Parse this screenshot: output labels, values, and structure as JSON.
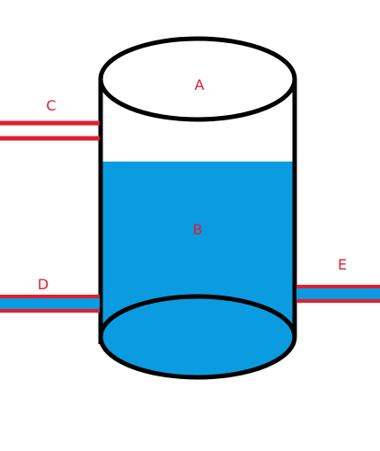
{
  "labels": {
    "a": "A",
    "b": "B",
    "c": "C",
    "d": "D",
    "e": "E"
  },
  "colors": {
    "water": "#0b9be0",
    "pipe_wall": "#e21e2e",
    "outline": "#000000",
    "label_text": "#e21e2e",
    "background": "#ffffff"
  },
  "fill_level": 0.68
}
